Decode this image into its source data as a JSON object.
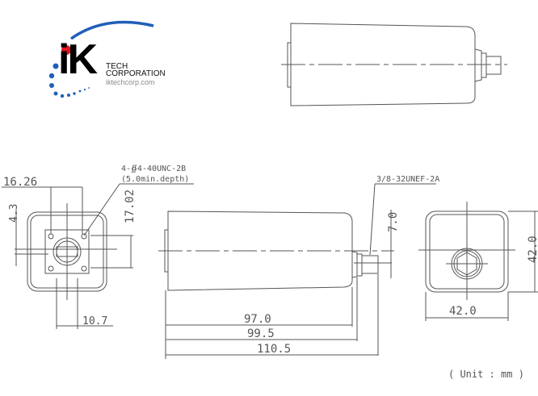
{
  "logo": {
    "mark": "iK",
    "line1": "TECH",
    "line2": "CORPORATION",
    "url": "iktechcorp.com",
    "colors": {
      "red": "#e8141c",
      "blue": "#1f5fb8",
      "black": "#000000",
      "gray": "#8a8a8a"
    }
  },
  "drawing": {
    "line_color": "#555555",
    "front_view": {
      "dim_width_top": "16.26",
      "dim_height_left": "4.3",
      "dim_height_right": "17.02",
      "dim_bottom": "10.7",
      "callout_line1": "4-∯4-40UNC-2B",
      "callout_line2": "(5.0min.depth)"
    },
    "side_view": {
      "callout": "3/8-32UNEF-2A",
      "dim_connector": "7.0",
      "dim_body": "97.0",
      "dim_with_nut": "99.5",
      "dim_overall": "110.5"
    },
    "rear_view": {
      "dim_width": "42.0",
      "dim_height": "42.0"
    },
    "unit_label": "( Unit : mm )"
  }
}
